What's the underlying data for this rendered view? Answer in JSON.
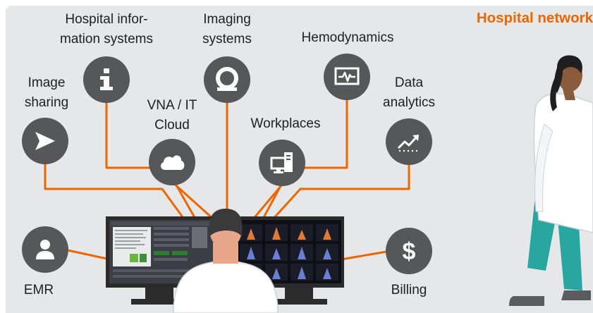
{
  "title": "Hospital network",
  "colors": {
    "accent": "#ec6602",
    "connector": "#ec6602",
    "node": "#555759",
    "background": "#e6e7e8",
    "scrubs": "#2aa6a0",
    "skin": "#8a5a3c"
  },
  "nodes": [
    {
      "id": "image-sharing",
      "label": "Image\nsharing",
      "icon": "send-arrow-icon"
    },
    {
      "id": "his",
      "label": "Hospital infor-\nmation systems",
      "icon": "info-icon"
    },
    {
      "id": "vna",
      "label": "VNA / IT\nCloud",
      "icon": "cloud-icon"
    },
    {
      "id": "imaging",
      "label": "Imaging\nsystems",
      "icon": "scanner-ring-icon"
    },
    {
      "id": "workplaces",
      "label": "Workplaces",
      "icon": "workstation-icon"
    },
    {
      "id": "hemodynamics",
      "label": "Hemodynamics",
      "icon": "heartbeat-monitor-icon"
    },
    {
      "id": "analytics",
      "label": "Data\nanalytics",
      "icon": "trend-chart-icon"
    },
    {
      "id": "emr",
      "label": "EMR",
      "icon": "person-icon"
    },
    {
      "id": "billing",
      "label": "Billing",
      "icon": "dollar-icon"
    }
  ]
}
